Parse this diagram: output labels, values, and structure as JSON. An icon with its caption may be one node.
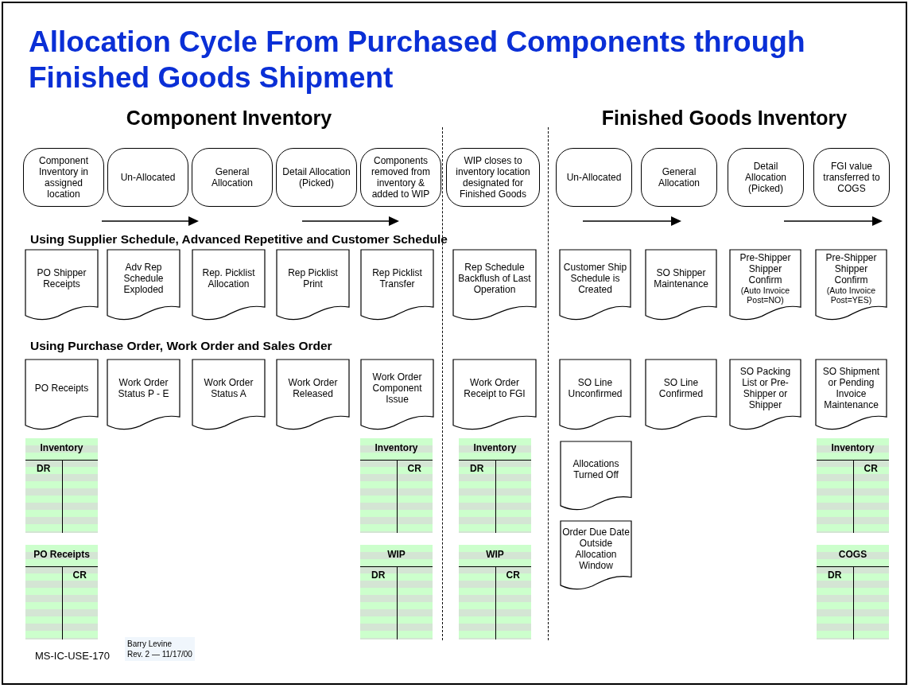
{
  "diagram": {
    "title": "Allocation Cycle From Purchased Components through Finished Goods Shipment",
    "nodes": [
      {
        "text": [
          "Component Inventory in assigned location"
        ]
      },
      {
        "text": [
          "Un-Allocated"
        ]
      },
      {
        "text": [
          "General Allocation"
        ]
      },
      {
        "text": [
          "Detail Allocation (Picked)"
        ]
      },
      {
        "text": [
          "Components removed from inventory & added to WIP"
        ]
      },
      {
        "text": [
          "WIP closes to inventory location designated for Finished Goods"
        ]
      },
      {
        "text": [
          "Un-Allocated"
        ]
      },
      {
        "text": [
          "General Allocation"
        ]
      },
      {
        "text": [
          "Detail Allocation (Picked)"
        ]
      },
      {
        "text": [
          "FGI value transferred to COGS"
        ]
      },
      {
        "text": [
          "PO Shipper Receipts"
        ]
      },
      {
        "text": [
          "Adv Rep Schedule Exploded"
        ]
      },
      {
        "text": [
          "Rep. Picklist Allocation"
        ]
      },
      {
        "text": [
          "Rep Picklist Print"
        ]
      },
      {
        "text": [
          "Rep Picklist Transfer"
        ]
      },
      {
        "text": [
          "Rep Schedule Backflush of Last Operation"
        ]
      },
      {
        "text": [
          "Customer Ship Schedule is Created"
        ]
      },
      {
        "text": [
          "SO Shipper Maintenance"
        ]
      },
      {
        "text": [
          "Pre-Shipper Shipper Confirm",
          "(Auto Invoice Post=NO)"
        ]
      },
      {
        "text": [
          "Pre-Shipper Shipper Confirm",
          "(Auto Invoice Post=YES)"
        ]
      },
      {
        "text": [
          "PO Receipts"
        ]
      },
      {
        "text": [
          "Work Order Status P - E"
        ]
      },
      {
        "text": [
          "Work Order Status A"
        ]
      },
      {
        "text": [
          "Work Order Released"
        ]
      },
      {
        "text": [
          "Work Order Component Issue"
        ]
      },
      {
        "text": [
          "Work Order Receipt to FGI"
        ]
      },
      {
        "text": [
          "SO Line Unconfirmed"
        ]
      },
      {
        "text": [
          "SO Line Confirmed"
        ]
      },
      {
        "text": [
          "SO Packing List or Pre-Shipper or Shipper"
        ]
      },
      {
        "text": [
          "SO Shipment or Pending Invoice Maintenance"
        ]
      },
      {
        "text": [
          "Inventory",
          "DR"
        ]
      },
      {
        "text": [
          "Inventory",
          "CR"
        ]
      },
      {
        "text": [
          "Inventory",
          "DR"
        ]
      },
      {
        "text": [
          "Allocations Turned Off"
        ]
      },
      {
        "text": [
          "Inventory",
          "CR"
        ]
      },
      {
        "text": [
          "Order Due Date Outside Allocation Window"
        ]
      },
      {
        "text": [
          "PO Receipts",
          "CR"
        ]
      },
      {
        "text": [
          "WIP",
          "DR"
        ]
      },
      {
        "text": [
          "WIP",
          "CR"
        ]
      },
      {
        "text": [
          "COGS",
          "DR"
        ]
      }
    ],
    "labels": [
      "Component Inventory",
      "Finished Goods Inventory",
      "Using Supplier Schedule, Advanced Repetitive and Customer Schedule",
      "Using Purchase Order, Work Order and Sales Order",
      "MS-IC-USE-170",
      "Barry Levine",
      "Rev. 2 — 11/17/00"
    ]
  }
}
